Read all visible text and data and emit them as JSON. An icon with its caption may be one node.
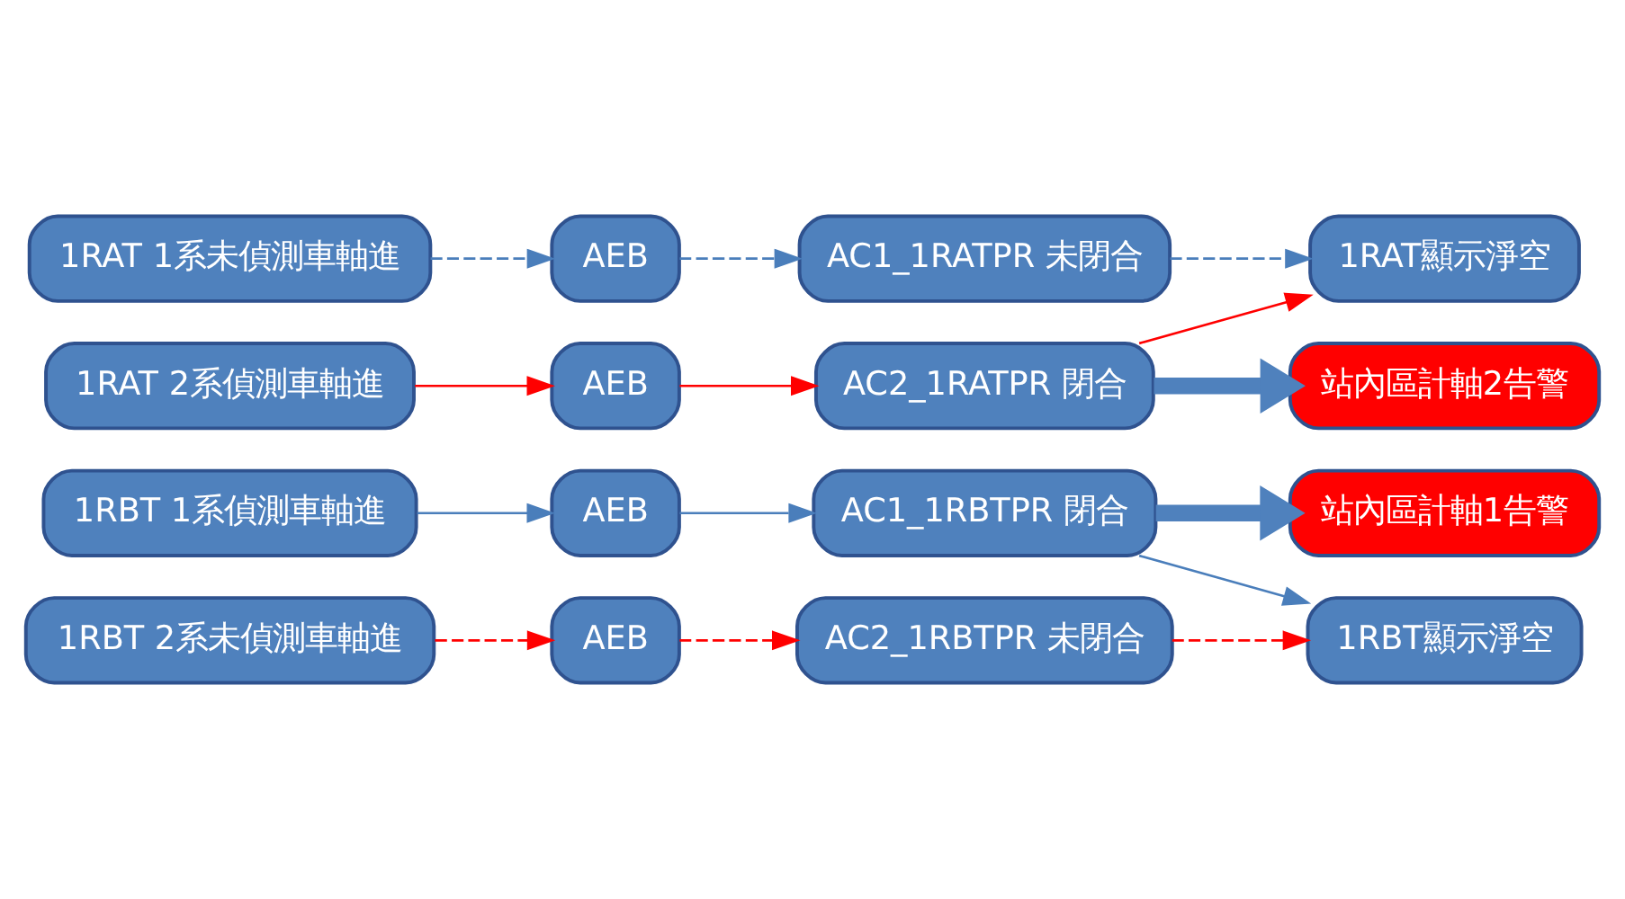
{
  "diagram": {
    "nodes": [
      {
        "text": [
          "1RBT 1系偵測車軸進"
        ]
      },
      {
        "text": [
          "AEB"
        ]
      },
      {
        "text": [
          "AC1_1RBTPR 閉合"
        ]
      },
      {
        "text": [
          "1RBT 2系未偵測車軸進"
        ]
      },
      {
        "text": [
          "AEB"
        ]
      },
      {
        "text": [
          "AC2_1RBTPR 未閉合"
        ]
      },
      {
        "text": [
          "1RAT 1系未偵測車軸進"
        ]
      },
      {
        "text": [
          "AEB"
        ]
      },
      {
        "text": [
          "AC1_1RATPR 未閉合"
        ]
      },
      {
        "text": [
          "1RAT 2系偵測車軸進"
        ]
      },
      {
        "text": [
          "AEB"
        ]
      },
      {
        "text": [
          "AC2_1RATPR 閉合"
        ]
      },
      {
        "text": [
          "站內區計軸1告警"
        ]
      },
      {
        "text": [
          "1RBT顯示淨空"
        ]
      },
      {
        "text": [
          "1RAT顯示淨空"
        ]
      },
      {
        "text": [
          "站內區計軸2告警"
        ]
      }
    ],
    "edges": [
      {
        "from": 0,
        "to": 1,
        "arrow": "to",
        "color": "#4a7ebb"
      },
      {
        "from": 1,
        "to": 2,
        "arrow": "to",
        "color": "#4a7ebb"
      },
      {
        "from": 2,
        "to": 13,
        "arrow": "to",
        "color": "#4a7ebb"
      },
      {
        "from": 3,
        "to": 4,
        "arrow": "to",
        "style": "dashed",
        "color": "#ff0000"
      },
      {
        "from": 4,
        "to": 5,
        "arrow": "to",
        "style": "dashed",
        "color": "#ff0000"
      },
      {
        "from": 5,
        "to": 13,
        "arrow": "to",
        "style": "dashed",
        "color": "#ff0000"
      },
      {
        "from": 6,
        "to": 7,
        "arrow": "to",
        "style": "dashed",
        "color": "#4a7ebb"
      },
      {
        "from": 7,
        "to": 8,
        "arrow": "to",
        "style": "dashed",
        "color": "#4a7ebb"
      },
      {
        "from": 8,
        "to": 14,
        "arrow": "to",
        "style": "dashed",
        "color": "#4a7ebb"
      },
      {
        "from": 9,
        "to": 10,
        "arrow": "to",
        "color": "#ff0000"
      },
      {
        "from": 10,
        "to": 11,
        "arrow": "to",
        "color": "#ff0000"
      },
      {
        "from": 11,
        "to": 14,
        "arrow": "to",
        "color": "#ff0000"
      },
      {
        "from": 2,
        "to": 12,
        "arrow": "to",
        "style": "thick",
        "color": "#4f81bd"
      },
      {
        "from": 11,
        "to": 15,
        "arrow": "to",
        "style": "thick",
        "color": "#4f81bd"
      }
    ]
  }
}
